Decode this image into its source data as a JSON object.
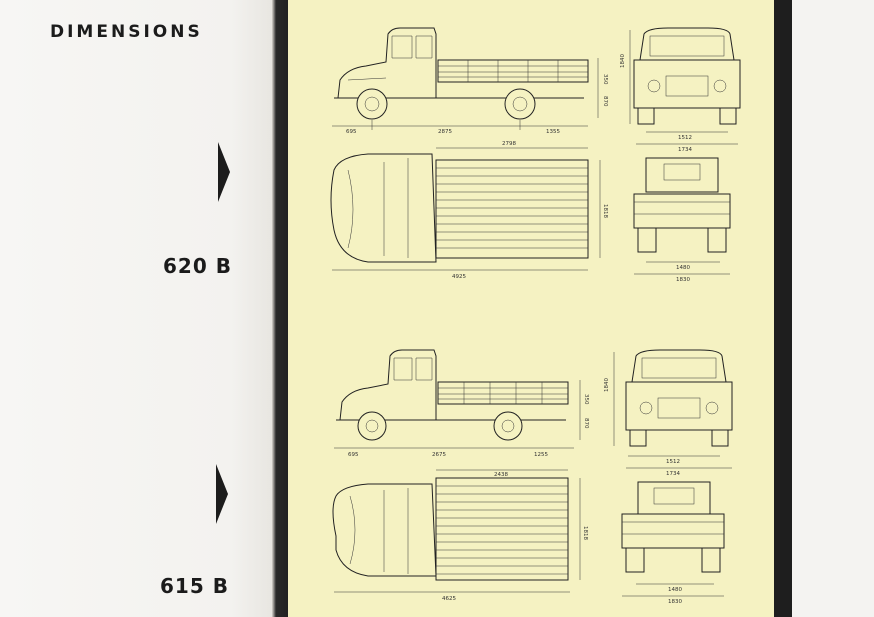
{
  "title": "DIMENSIONS",
  "models": [
    {
      "name": "620 B",
      "side": {
        "overhang": "695",
        "wheelbase": "2875",
        "rear": "1355",
        "bed_height": "350",
        "frame_height": "870"
      },
      "front": {
        "height": "1840",
        "track": "1512",
        "width": "1734"
      },
      "top": {
        "bed_length": "2798",
        "bed_width": "1818",
        "total": "4925"
      },
      "rear": {
        "track": "1480",
        "width": "1830"
      }
    },
    {
      "name": "615 B",
      "side": {
        "overhang": "695",
        "wheelbase": "2675",
        "rear": "1255",
        "bed_height": "350",
        "frame_height": "870"
      },
      "front": {
        "height": "1840",
        "track": "1512",
        "width": "1734"
      },
      "top": {
        "bed_length": "2438",
        "bed_width": "1818",
        "total": "4625"
      },
      "rear": {
        "track": "1480",
        "width": "1830"
      }
    }
  ]
}
